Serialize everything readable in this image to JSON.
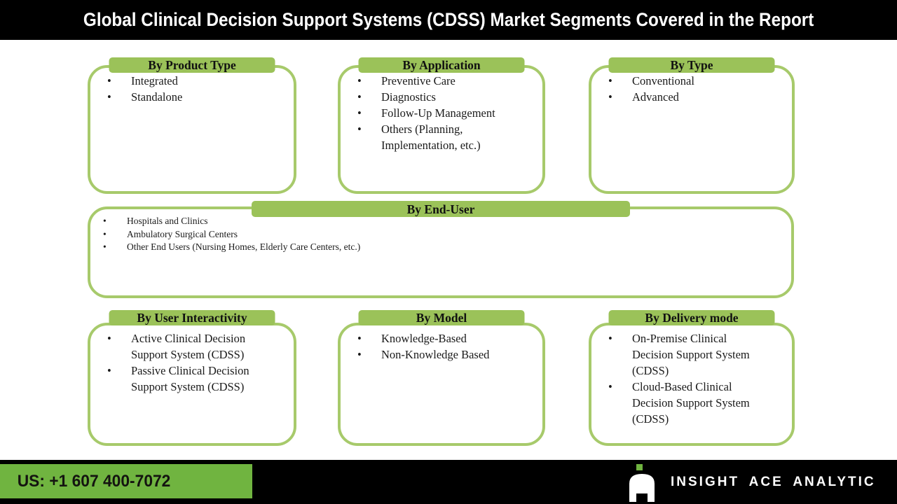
{
  "title": "Global Clinical Decision Support Systems (CDSS) Market Segments Covered in the Report",
  "colors": {
    "tab_green": "#9BC259",
    "box_border_green": "#A7CA6B",
    "footer_green": "#70B440",
    "bar_black": "#000000",
    "text_black": "#1A1A1A",
    "title_white": "#FFFFFF"
  },
  "boxes": [
    {
      "header": "By Product Type",
      "items": [
        "Integrated",
        "Standalone"
      ]
    },
    {
      "header": "By Application",
      "items": [
        "Preventive Care",
        "Diagnostics",
        "Follow-Up Management",
        "Others (Planning, Implementation, etc.)"
      ]
    },
    {
      "header": "By Type",
      "items": [
        "Conventional",
        "Advanced"
      ]
    },
    {
      "header": "By End-User",
      "items": [
        "Hospitals and Clinics",
        "Ambulatory Surgical Centers",
        "Other End Users (Nursing Homes, Elderly Care Centers, etc.)"
      ]
    },
    {
      "header": "By User Interactivity",
      "items": [
        "Active Clinical Decision Support System (CDSS)",
        "Passive Clinical Decision Support System (CDSS)"
      ]
    },
    {
      "header": "By Model",
      "items": [
        "Knowledge-Based",
        "Non-Knowledge Based"
      ]
    },
    {
      "header": "By Delivery mode",
      "items": [
        "On-Premise Clinical Decision Support System (CDSS)",
        "Cloud-Based Clinical Decision Support System (CDSS)"
      ]
    }
  ],
  "footer": {
    "phone": "US: +1 607 400-7072",
    "brand": "INSIGHT ACE ANALYTIC",
    "logo": "insight-ace-logo"
  }
}
